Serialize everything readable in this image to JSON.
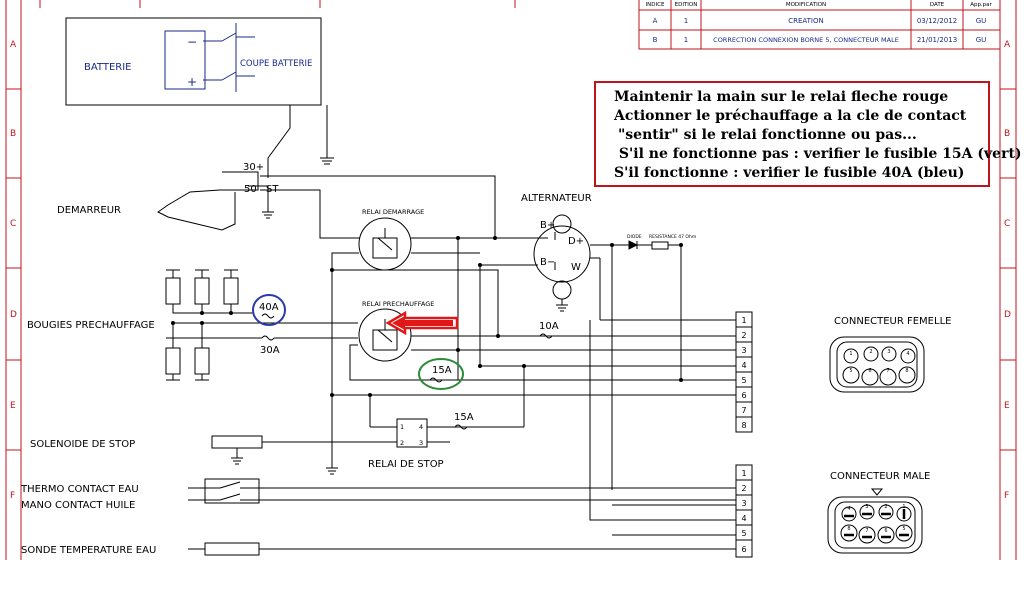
{
  "colors": {
    "frame": "#c0141c",
    "line": "#000000",
    "blue_label": "#1a2a8a",
    "circle_40a": "#2c3ba8",
    "circle_15a": "#2e8b3a",
    "arrow": "#e01818"
  },
  "frame": {
    "row_labels": [
      "A",
      "B",
      "C",
      "D",
      "E",
      "F"
    ]
  },
  "revisions": {
    "headers": [
      "INDICE",
      "EDITION",
      "MODIFICATION",
      "DATE",
      "App.par"
    ],
    "rows": [
      {
        "indice": "A",
        "edition": "1",
        "modification": "CREATION",
        "date": "03/12/2012",
        "app": "GU"
      },
      {
        "indice": "B",
        "edition": "1",
        "modification": "CORRECTION CONNEXION BORNE 5, CONNECTEUR MALE",
        "date": "21/01/2013",
        "app": "GU"
      }
    ]
  },
  "note": {
    "lines": [
      "Maintenir la main sur le relai fleche rouge",
      "Actionner le préchauffage a la cle de contact",
      "\"sentir\" si le relai fonctionne  ou pas...",
      " S'il ne fonctionne pas : verifier le fusible 15A (vert)",
      "S'il fonctionne : verifier le fusible 40A (bleu)"
    ]
  },
  "labels": {
    "batterie": "BATTERIE",
    "coupe_batterie": "COUPE BATTERIE",
    "minus": "−",
    "plus": "+",
    "t30": "30+",
    "t50": "50",
    "st": "ST",
    "demarreur": "DEMARREUR",
    "relai_demarrage": "RELAI DEMARRAGE",
    "relai_prechauffage": "RELAI PRECHAUFFAGE",
    "alternateur": "ALTERNATEUR",
    "b_plus": "B+",
    "b_minus": "B−",
    "d_plus": "D+",
    "w": "W",
    "diode": "DIODE",
    "resistance": "RESISTANCE 47 Ohm",
    "bougies": "BOUGIES PRECHAUFFAGE",
    "fuse_40a": "40A",
    "fuse_30a": "30A",
    "fuse_10a": "10A",
    "fuse_15a_green": "15A",
    "fuse_15a_stop": "15A",
    "solenoide": "SOLENOIDE DE STOP",
    "relai_stop": "RELAI DE STOP",
    "stop_pin1": "1",
    "stop_pin2": "2",
    "stop_pin3": "3",
    "stop_pin4": "4",
    "thermo": "THERMO CONTACT EAU",
    "mano": "MANO CONTACT HUILE",
    "sonde": "SONDE TEMPERATURE EAU",
    "connecteur_femelle": "CONNECTEUR FEMELLE",
    "connecteur_male": "CONNECTEUR MALE"
  },
  "connector_upper_pins": [
    "1",
    "2",
    "3",
    "4",
    "5",
    "6",
    "7",
    "8"
  ],
  "connector_lower_pins": [
    "1",
    "2",
    "3",
    "4",
    "5",
    "6"
  ],
  "femelle_pins": [
    "1",
    "2",
    "3",
    "4",
    "5",
    "6",
    "7",
    "8"
  ],
  "male_pins": [
    "1",
    "2",
    "3",
    "4",
    "5",
    "6",
    "7",
    "8"
  ]
}
